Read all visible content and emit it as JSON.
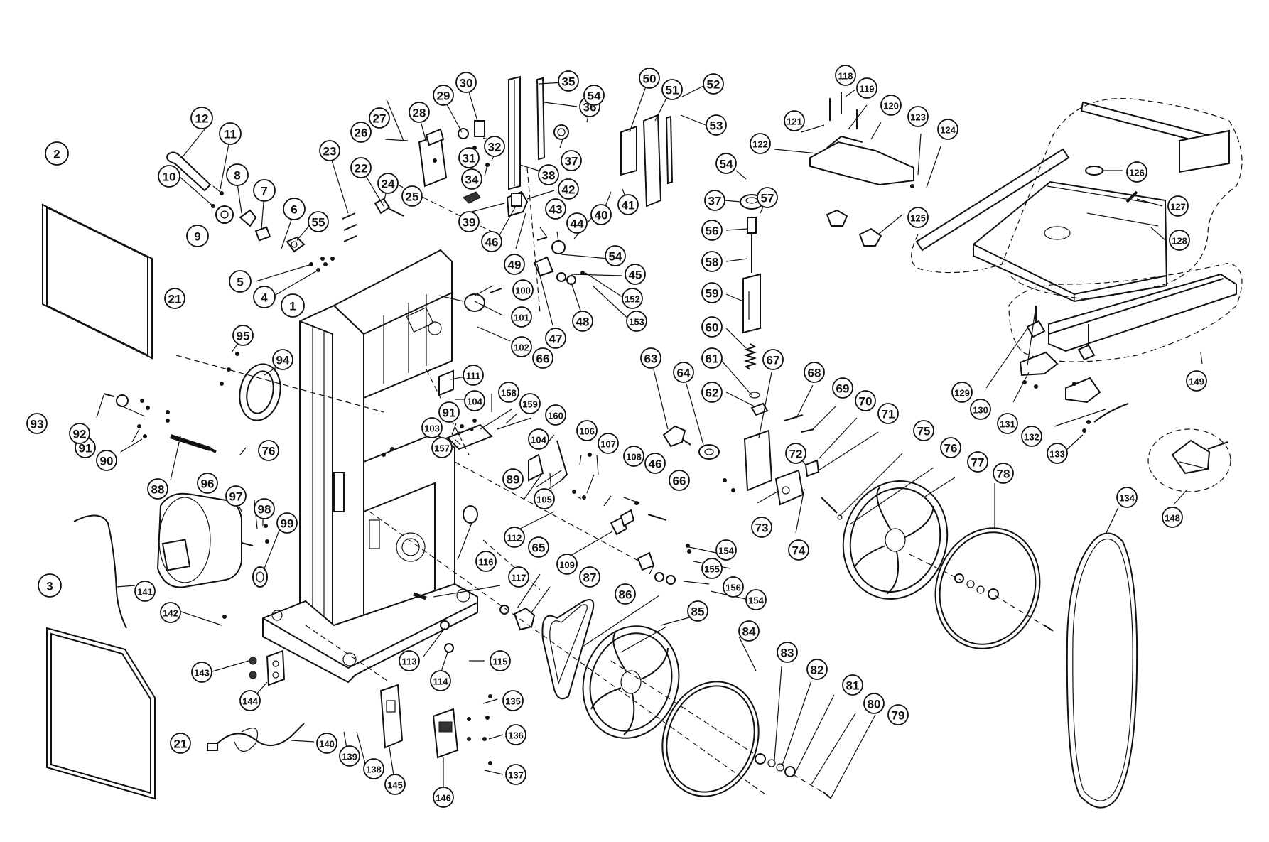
{
  "diagram": {
    "callouts": [
      {
        "id": "c1",
        "label": "1"
      },
      {
        "id": "c2",
        "label": "2"
      },
      {
        "id": "c3",
        "label": "3"
      },
      {
        "id": "c4",
        "label": "4"
      },
      {
        "id": "c5",
        "label": "5"
      },
      {
        "id": "c6",
        "label": "6"
      },
      {
        "id": "c7",
        "label": "7"
      },
      {
        "id": "c8",
        "label": "8"
      },
      {
        "id": "c9",
        "label": "9"
      },
      {
        "id": "c10",
        "label": "10"
      },
      {
        "id": "c11",
        "label": "11"
      },
      {
        "id": "c12",
        "label": "12"
      },
      {
        "id": "c21a",
        "label": "21"
      },
      {
        "id": "c21b",
        "label": "21"
      },
      {
        "id": "c22",
        "label": "22"
      },
      {
        "id": "c23",
        "label": "23"
      },
      {
        "id": "c24",
        "label": "24"
      },
      {
        "id": "c25",
        "label": "25"
      },
      {
        "id": "c26",
        "label": "26"
      },
      {
        "id": "c27",
        "label": "27"
      },
      {
        "id": "c28",
        "label": "28"
      },
      {
        "id": "c29",
        "label": "29"
      },
      {
        "id": "c30",
        "label": "30"
      },
      {
        "id": "c31",
        "label": "31"
      },
      {
        "id": "c32",
        "label": "32"
      },
      {
        "id": "c34",
        "label": "34"
      },
      {
        "id": "c35",
        "label": "35"
      },
      {
        "id": "c36",
        "label": "36"
      },
      {
        "id": "c37a",
        "label": "37"
      },
      {
        "id": "c37b",
        "label": "37"
      },
      {
        "id": "c38",
        "label": "38"
      },
      {
        "id": "c39",
        "label": "39"
      },
      {
        "id": "c40",
        "label": "40"
      },
      {
        "id": "c41",
        "label": "41"
      },
      {
        "id": "c42",
        "label": "42"
      },
      {
        "id": "c43",
        "label": "43"
      },
      {
        "id": "c44",
        "label": "44"
      },
      {
        "id": "c45",
        "label": "45"
      },
      {
        "id": "c46a",
        "label": "46"
      },
      {
        "id": "c46b",
        "label": "46"
      },
      {
        "id": "c47",
        "label": "47"
      },
      {
        "id": "c48",
        "label": "48"
      },
      {
        "id": "c49",
        "label": "49"
      },
      {
        "id": "c50",
        "label": "50"
      },
      {
        "id": "c51",
        "label": "51"
      },
      {
        "id": "c52",
        "label": "52"
      },
      {
        "id": "c53",
        "label": "53"
      },
      {
        "id": "c54a",
        "label": "54"
      },
      {
        "id": "c54b",
        "label": "54"
      },
      {
        "id": "c54c",
        "label": "54"
      },
      {
        "id": "c55",
        "label": "55"
      },
      {
        "id": "c56",
        "label": "56"
      },
      {
        "id": "c57",
        "label": "57"
      },
      {
        "id": "c58",
        "label": "58"
      },
      {
        "id": "c59",
        "label": "59"
      },
      {
        "id": "c60",
        "label": "60"
      },
      {
        "id": "c61",
        "label": "61"
      },
      {
        "id": "c62",
        "label": "62"
      },
      {
        "id": "c63",
        "label": "63"
      },
      {
        "id": "c64",
        "label": "64"
      },
      {
        "id": "c65",
        "label": "65"
      },
      {
        "id": "c66a",
        "label": "66"
      },
      {
        "id": "c66b",
        "label": "66"
      },
      {
        "id": "c67",
        "label": "67"
      },
      {
        "id": "c68",
        "label": "68"
      },
      {
        "id": "c69",
        "label": "69"
      },
      {
        "id": "c70",
        "label": "70"
      },
      {
        "id": "c71",
        "label": "71"
      },
      {
        "id": "c72",
        "label": "72"
      },
      {
        "id": "c73",
        "label": "73"
      },
      {
        "id": "c74",
        "label": "74"
      },
      {
        "id": "c75",
        "label": "75"
      },
      {
        "id": "c76a",
        "label": "76"
      },
      {
        "id": "c76b",
        "label": "76"
      },
      {
        "id": "c77",
        "label": "77"
      },
      {
        "id": "c78",
        "label": "78"
      },
      {
        "id": "c79",
        "label": "79"
      },
      {
        "id": "c80",
        "label": "80"
      },
      {
        "id": "c81",
        "label": "81"
      },
      {
        "id": "c82",
        "label": "82"
      },
      {
        "id": "c83",
        "label": "83"
      },
      {
        "id": "c84",
        "label": "84"
      },
      {
        "id": "c85",
        "label": "85"
      },
      {
        "id": "c86",
        "label": "86"
      },
      {
        "id": "c87",
        "label": "87"
      },
      {
        "id": "c88",
        "label": "88"
      },
      {
        "id": "c89",
        "label": "89"
      },
      {
        "id": "c90",
        "label": "90"
      },
      {
        "id": "c91a",
        "label": "91"
      },
      {
        "id": "c91b",
        "label": "91"
      },
      {
        "id": "c92",
        "label": "92"
      },
      {
        "id": "c93",
        "label": "93"
      },
      {
        "id": "c94",
        "label": "94"
      },
      {
        "id": "c95",
        "label": "95"
      },
      {
        "id": "c96",
        "label": "96"
      },
      {
        "id": "c97",
        "label": "97"
      },
      {
        "id": "c98",
        "label": "98"
      },
      {
        "id": "c99",
        "label": "99"
      },
      {
        "id": "c100",
        "label": "100"
      },
      {
        "id": "c101",
        "label": "101"
      },
      {
        "id": "c102",
        "label": "102"
      },
      {
        "id": "c103",
        "label": "103"
      },
      {
        "id": "c104a",
        "label": "104"
      },
      {
        "id": "c104b",
        "label": "104"
      },
      {
        "id": "c105",
        "label": "105"
      },
      {
        "id": "c106",
        "label": "106"
      },
      {
        "id": "c107",
        "label": "107"
      },
      {
        "id": "c108",
        "label": "108"
      },
      {
        "id": "c109",
        "label": "109"
      },
      {
        "id": "c111",
        "label": "111"
      },
      {
        "id": "c112",
        "label": "112"
      },
      {
        "id": "c113",
        "label": "113"
      },
      {
        "id": "c114",
        "label": "114"
      },
      {
        "id": "c115",
        "label": "115"
      },
      {
        "id": "c116",
        "label": "116"
      },
      {
        "id": "c117",
        "label": "117"
      },
      {
        "id": "c118",
        "label": "118"
      },
      {
        "id": "c119",
        "label": "119"
      },
      {
        "id": "c120",
        "label": "120"
      },
      {
        "id": "c121",
        "label": "121"
      },
      {
        "id": "c122",
        "label": "122"
      },
      {
        "id": "c123",
        "label": "123"
      },
      {
        "id": "c124",
        "label": "124"
      },
      {
        "id": "c125",
        "label": "125"
      },
      {
        "id": "c126",
        "label": "126"
      },
      {
        "id": "c127",
        "label": "127"
      },
      {
        "id": "c128",
        "label": "128"
      },
      {
        "id": "c129",
        "label": "129"
      },
      {
        "id": "c130",
        "label": "130"
      },
      {
        "id": "c131",
        "label": "131"
      },
      {
        "id": "c132",
        "label": "132"
      },
      {
        "id": "c133",
        "label": "133"
      },
      {
        "id": "c134",
        "label": "134"
      },
      {
        "id": "c135",
        "label": "135"
      },
      {
        "id": "c136",
        "label": "136"
      },
      {
        "id": "c137",
        "label": "137"
      },
      {
        "id": "c138",
        "label": "138"
      },
      {
        "id": "c139",
        "label": "139"
      },
      {
        "id": "c140",
        "label": "140"
      },
      {
        "id": "c141",
        "label": "141"
      },
      {
        "id": "c142",
        "label": "142"
      },
      {
        "id": "c143",
        "label": "143"
      },
      {
        "id": "c144",
        "label": "144"
      },
      {
        "id": "c145",
        "label": "145"
      },
      {
        "id": "c146",
        "label": "146"
      },
      {
        "id": "c148",
        "label": "148"
      },
      {
        "id": "c149",
        "label": "149"
      },
      {
        "id": "c152",
        "label": "152"
      },
      {
        "id": "c153",
        "label": "153"
      },
      {
        "id": "c154a",
        "label": "154"
      },
      {
        "id": "c154b",
        "label": "154"
      },
      {
        "id": "c155",
        "label": "155"
      },
      {
        "id": "c156",
        "label": "156"
      },
      {
        "id": "c157",
        "label": "157"
      },
      {
        "id": "c158",
        "label": "158"
      },
      {
        "id": "c159",
        "label": "159"
      },
      {
        "id": "c160",
        "label": "160"
      }
    ]
  }
}
